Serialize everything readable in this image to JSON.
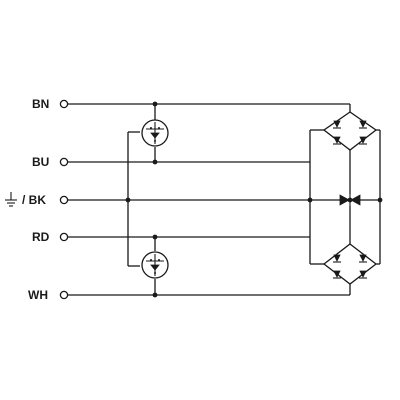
{
  "diagram": {
    "terminals": [
      {
        "id": "bn",
        "label": "BN"
      },
      {
        "id": "bu",
        "label": "BU"
      },
      {
        "id": "bk",
        "label": "/ BK",
        "symbol": "ground-icon"
      },
      {
        "id": "rd",
        "label": "RD"
      },
      {
        "id": "wh",
        "label": "WH"
      }
    ],
    "components": {
      "upper_sensor": "led-indicator-icon",
      "lower_sensor": "led-indicator-icon",
      "upper_bridge": "bridge-rectifier-icon",
      "lower_bridge": "bridge-rectifier-icon",
      "suppressor": "bidirectional-diode-icon"
    },
    "colors": {
      "line": "#1a1a1a",
      "background": "#ffffff"
    }
  }
}
